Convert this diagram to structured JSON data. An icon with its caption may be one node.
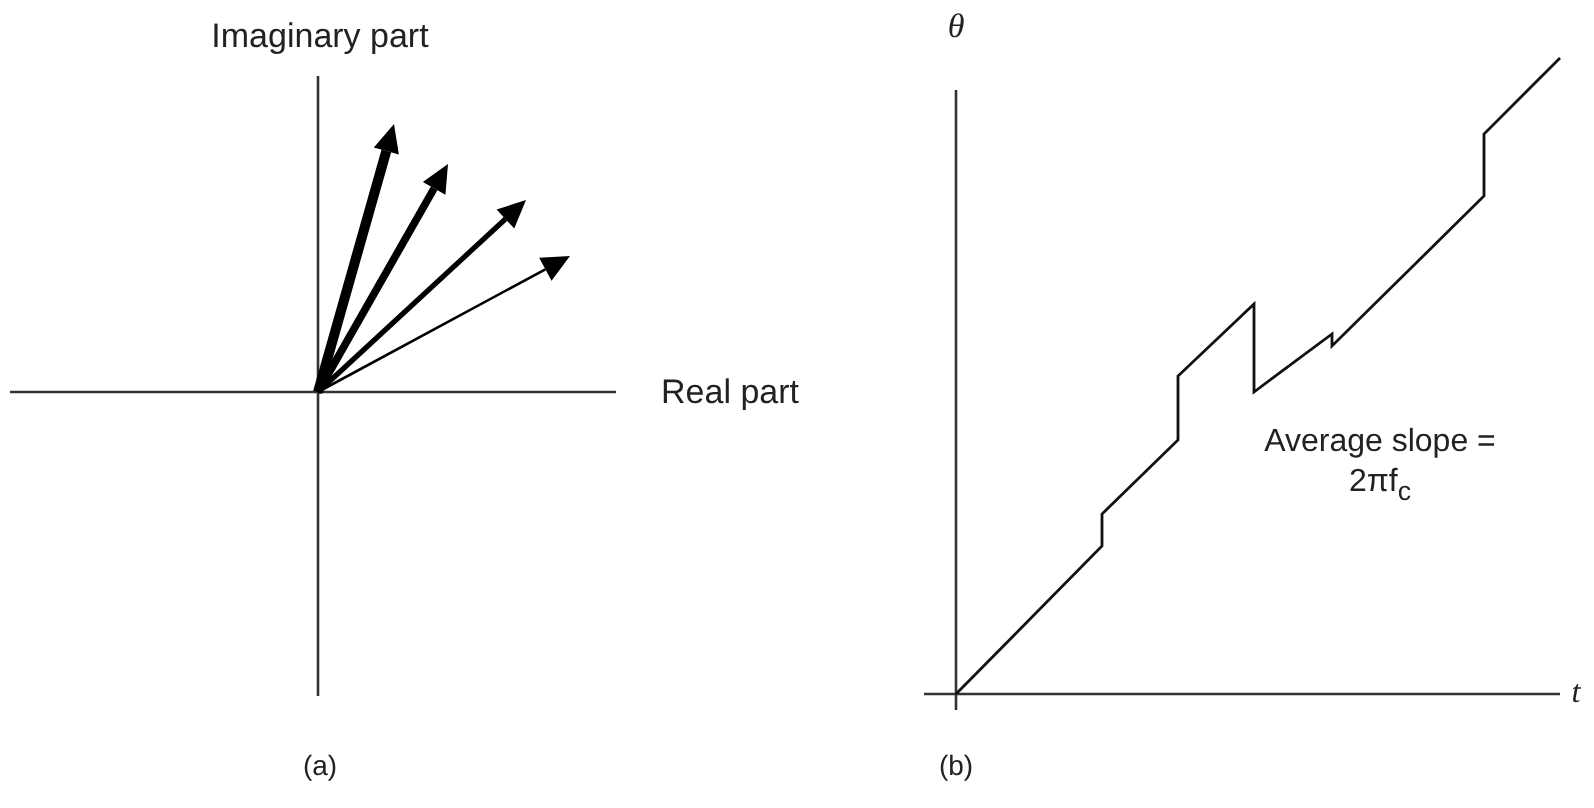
{
  "diagram": {
    "labels": [
      "Imaginary part",
      "Real part",
      "(a)",
      "θ",
      "Average slope = 2πf$_{c}$",
      "t",
      "(b)"
    ]
  }
}
